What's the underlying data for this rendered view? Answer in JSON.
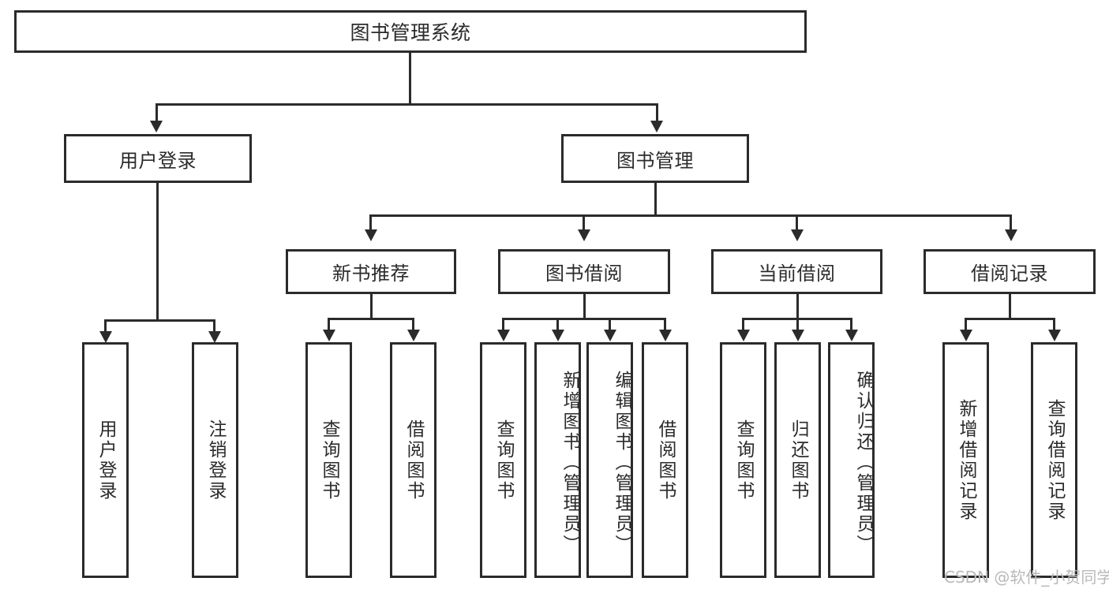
{
  "diagram": {
    "title": "图书管理系统",
    "type": "tree",
    "watermark": "CSDN @软件_小贺同学",
    "colors": {
      "stroke": "#2b2b2b",
      "fill": "#ffffff",
      "watermark": "#b9b9b9"
    },
    "nodes": {
      "root": {
        "label": "图书管理系统"
      },
      "level2": [
        {
          "id": "user-login",
          "label": "用户登录"
        },
        {
          "id": "book-manage",
          "label": "图书管理"
        }
      ],
      "level3": [
        {
          "id": "new-book-rec",
          "label": "新书推荐"
        },
        {
          "id": "book-borrow",
          "label": "图书借阅"
        },
        {
          "id": "current-borrow",
          "label": "当前借阅"
        },
        {
          "id": "borrow-record",
          "label": "借阅记录"
        }
      ],
      "leaves": {
        "user_login": [
          {
            "id": "leaf-user-login",
            "label": "用户登录"
          },
          {
            "id": "leaf-logout",
            "label": "注销登录"
          }
        ],
        "new_book_rec": [
          {
            "id": "leaf-query-book-1",
            "label": "查询图书"
          },
          {
            "id": "leaf-borrow-book-1",
            "label": "借阅图书"
          }
        ],
        "book_borrow": [
          {
            "id": "leaf-query-book-2",
            "label": "查询图书"
          },
          {
            "id": "leaf-add-book",
            "label": "新增图书（管理员）"
          },
          {
            "id": "leaf-edit-book",
            "label": "编辑图书（管理员）"
          },
          {
            "id": "leaf-borrow-book-2",
            "label": "借阅图书"
          }
        ],
        "current_borrow": [
          {
            "id": "leaf-query-book-3",
            "label": "查询图书"
          },
          {
            "id": "leaf-return-book",
            "label": "归还图书"
          },
          {
            "id": "leaf-confirm-return",
            "label": "确认归还（管理员）"
          }
        ],
        "borrow_record": [
          {
            "id": "leaf-add-record",
            "label": "新增借阅记录"
          },
          {
            "id": "leaf-query-record",
            "label": "查询借阅记录"
          }
        ]
      }
    }
  }
}
